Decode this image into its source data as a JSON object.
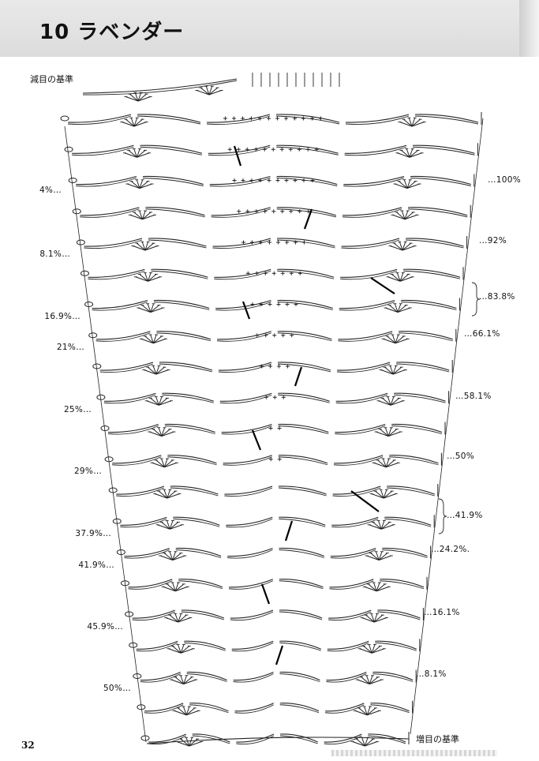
{
  "header": {
    "title": "10 ラベンダー"
  },
  "labels": {
    "decrease_base": "減目の基準",
    "increase_base": "増目の基準"
  },
  "page_number": "32",
  "left_percentages": [
    "4%…",
    "8.1%…",
    "16.9%…",
    "21%…",
    "25%…",
    "29%…",
    "37.9%…",
    "41.9%…",
    "45.9%…",
    "50%…"
  ],
  "right_percentages": [
    "…100%",
    "…92%",
    "…83.8%",
    "…66.1%",
    "…58.1%",
    "…50%",
    "…41.9%",
    "…24.2%.",
    "…16.1%",
    "…8.1%"
  ],
  "colors": {
    "ink": "#222222",
    "header_bg": "#e2e2e2"
  }
}
